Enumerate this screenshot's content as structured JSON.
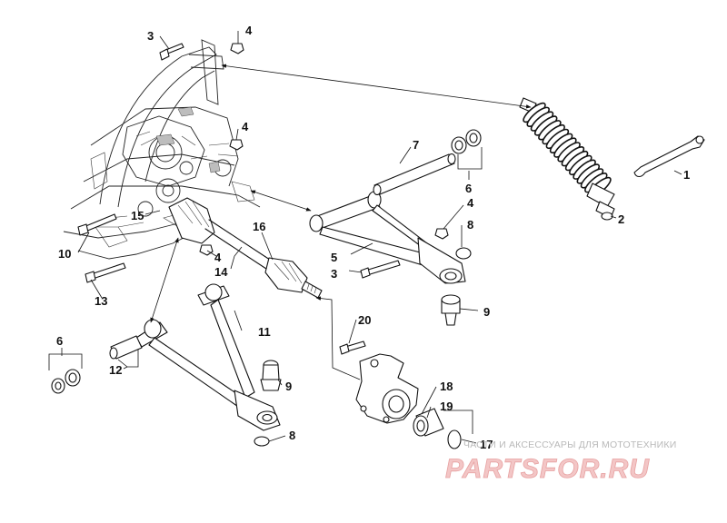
{
  "diagram": {
    "callouts": [
      "1",
      "2",
      "3",
      "4",
      "4",
      "4",
      "5",
      "3",
      "4",
      "6",
      "6",
      "7",
      "8",
      "8",
      "9",
      "9",
      "10",
      "11",
      "12",
      "13",
      "14",
      "15",
      "16",
      "17",
      "18",
      "19",
      "20"
    ]
  },
  "watermark": {
    "tagline": "ЧАСТИ И АКСЕССУАРЫ ДЛЯ МОТОТЕХНИКИ",
    "brand": "PARTSFOR.RU"
  }
}
